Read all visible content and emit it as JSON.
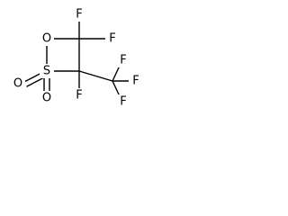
{
  "molecule": {
    "atoms": {
      "ring_oxygen": "O",
      "sulfur": "S",
      "sulfonyl_oxygen_top": "O",
      "sulfonyl_oxygen_bottom": "O",
      "f_c4_upper_left": "F",
      "f_c4_upper_right": "F",
      "f_c3": "F",
      "f_cf3_top": "F",
      "f_cf3_right": "F",
      "f_cf3_bottom": "F"
    }
  }
}
